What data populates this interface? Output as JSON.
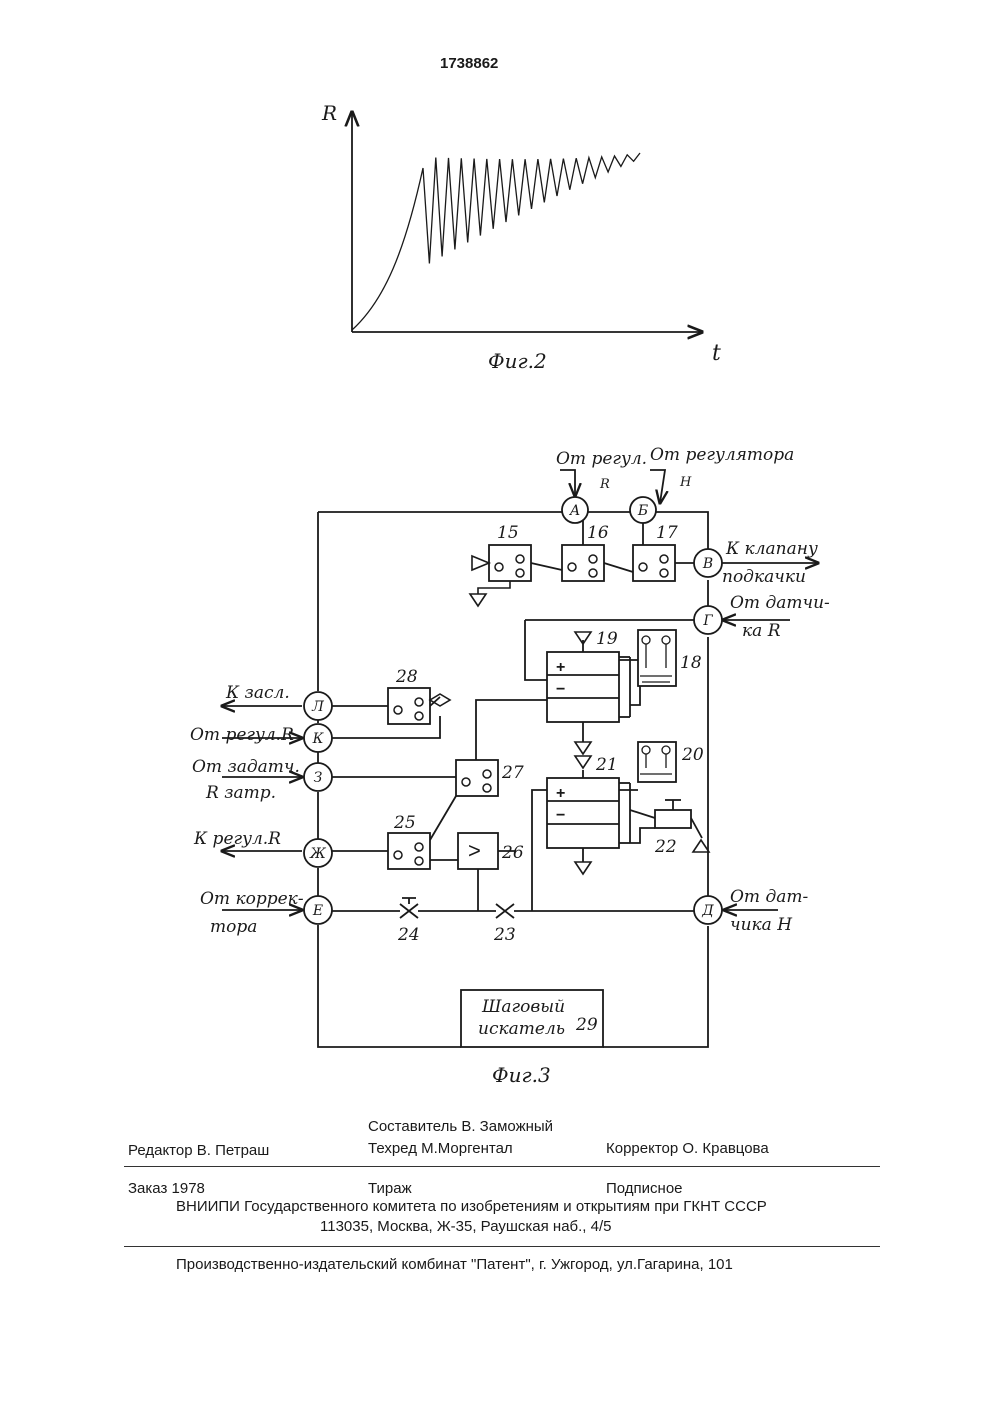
{
  "header": {
    "patent_number": "1738862"
  },
  "fig2": {
    "caption": "Фиг.2",
    "y_axis_label": "R",
    "x_axis_label": "t"
  },
  "fig3": {
    "caption": "Фиг.3",
    "terminals": {
      "A": "А",
      "B": "Б",
      "V": "В",
      "G": "Г",
      "D": "Д",
      "E": "Е",
      "ZH": "Ж",
      "Z": "З",
      "K": "К",
      "L": "Л"
    },
    "labels": {
      "ot_regul_r_top": "От регул.",
      "r_sub": "R",
      "ot_regulyatora_h": "От регулятора",
      "h_sub": "H",
      "k_klapanu_1": "К клапану",
      "k_klapanu_2": "подкачки",
      "ot_datchika_r_1": "От датчи-",
      "ot_datchika_r_2": "ка R",
      "ot_datchika_h_1": "От дат-",
      "ot_datchika_h_2": "чика H",
      "k_zasl": "К засл.",
      "ot_regul_r_left": "От регул.R",
      "ot_zadatch_1": "От задатч.",
      "ot_zadatch_2": "R затр.",
      "k_regul_r": "К регул.R",
      "ot_korrektora_1": "От коррек-",
      "ot_korrektora_2": "тора",
      "stepper_1": "Шаговый",
      "stepper_2": "искатель"
    },
    "numbers": {
      "n15": "15",
      "n16": "16",
      "n17": "17",
      "n18": "18",
      "n19": "19",
      "n20": "20",
      "n21": "21",
      "n22": "22",
      "n23": "23",
      "n24": "24",
      "n25": "25",
      "n26": "26",
      "n27": "27",
      "n28": "28",
      "n29": "29"
    },
    "symbols": {
      "plus": "+",
      "minus": "−",
      "greater": ">"
    }
  },
  "colophon": {
    "compiler": "Составитель  В. Заможный",
    "editor": "Редактор  В. Петраш",
    "techred": "Техред М.Моргентал",
    "corrector": "Корректор  О. Кравцова",
    "order": "Заказ 1978",
    "circulation": "Тираж",
    "subscription": "Подписное",
    "institute": "ВНИИПИ Государственного комитета по изобретениям и открытиям при ГКНТ СССР",
    "address": "113035, Москва, Ж-35, Раушская наб., 4/5",
    "publisher": "Производственно-издательский комбинат \"Патент\", г. Ужгород, ул.Гагарина, 101"
  }
}
